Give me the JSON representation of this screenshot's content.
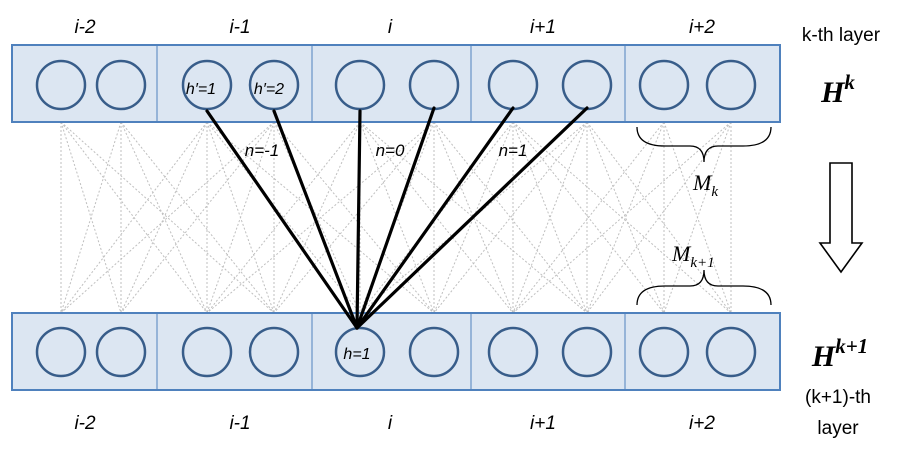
{
  "positions": [
    "i-2",
    "i-1",
    "i",
    "i+1",
    "i+2"
  ],
  "top_layer": {
    "caption": "k-th layer",
    "symbol": "H",
    "symbol_sup": "k",
    "span_label": "M",
    "span_sub": "k"
  },
  "bottom_layer": {
    "caption_line1": "(k+1)-th",
    "caption_line2": "layer",
    "symbol": "H",
    "symbol_sup": "k+1",
    "span_label": "M",
    "span_sub": "k+1"
  },
  "unit_labels": {
    "top_first": "h′=1",
    "top_second": "h′=2",
    "bottom_first": "h=1"
  },
  "offsets": [
    "n=-1",
    "n=0",
    "n=1"
  ],
  "colors": {
    "layer_fill": "#dce6f2",
    "layer_border": "#4f81bd",
    "unit_stroke": "#385d8a",
    "strong_edge": "#000000",
    "faint_edge": "#bfbfbf"
  }
}
